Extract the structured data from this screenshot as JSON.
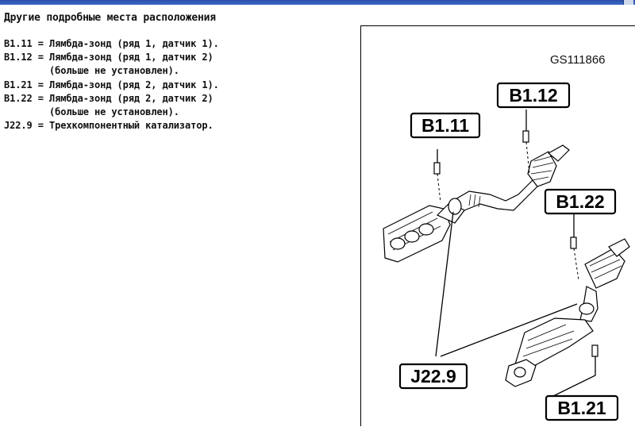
{
  "heading": "Другие подробные места расположения",
  "lines": [
    "B1.11 = Лямбда-зонд (ряд 1, датчик 1).",
    "B1.12 = Лямбда-зонд (ряд 1, датчик 2)",
    "        (больше не установлен).",
    "B1.21 = Лямбда-зонд (ряд 2, датчик 1).",
    "B1.22 = Лямбда-зонд (ряд 2, датчик 2)",
    "        (больше не установлен).",
    "J22.9 = Трехкомпонентный катализатор."
  ],
  "figure": {
    "code": "GS111866",
    "labels": {
      "b1_11": "B1.11",
      "b1_12": "B1.12",
      "b1_21": "B1.21",
      "b1_22": "B1.22",
      "j22_9": "J22.9"
    }
  }
}
